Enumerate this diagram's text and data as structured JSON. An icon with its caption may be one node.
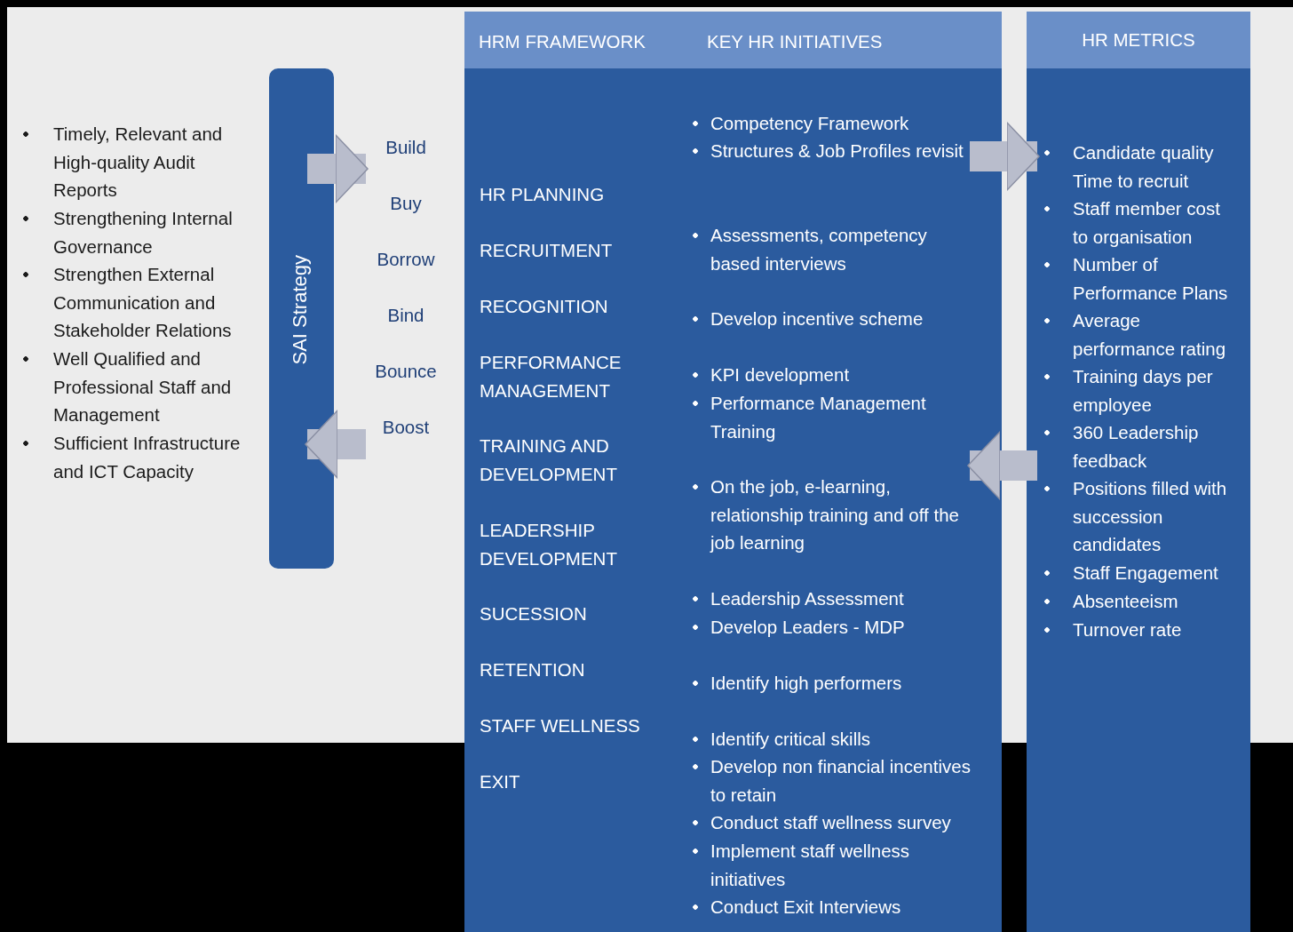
{
  "diagram": {
    "nodes": [
      {
        "text": [
          "SAI Strategy"
        ]
      },
      {
        "text": [
          "Build",
          "Buy",
          "Borrow",
          "Bind",
          "Bounce",
          "Boost"
        ]
      },
      {
        "text": [
          "HRM FRAMEWORK",
          "KEY HR INITIATIVES"
        ]
      },
      {
        "text": [
          "HR PLANNING",
          "RECRUITMENT",
          "RECOGNITION",
          "PERFORMANCE MANAGEMENT",
          "TRAINING AND DEVELOPMENT",
          "LEADERSHIP DEVELOPMENT",
          "SUCESSION",
          "RETENTION",
          "STAFF  WELLNESS",
          "EXIT"
        ],
        "in": 2
      },
      {
        "text": [
          "Competency Framework",
          "Structures & Job Profiles revisit",
          "Assessments, competency based interviews",
          "Develop incentive scheme",
          "KPI development",
          "Performance Management Training",
          "On the job, e-learning, relationship training and off the job learning",
          "Leadership Assessment",
          "Develop Leaders - MDP",
          "Identify high performers",
          "Identify critical skills",
          "Develop non financial incentives to retain",
          "Conduct staff wellness survey",
          "Implement staff wellness initiatives",
          "Conduct Exit Interviews"
        ],
        "in": 2
      },
      {
        "text": [
          "HR METRICS",
          "Candidate quality Time to recruit",
          "Staff member cost to organisation",
          "Number of Performance Plans",
          "Average performance rating",
          "Training days per employee",
          "360 Leadership feedback",
          "Positions filled with succession candidates",
          "Staff Engagement",
          "Absenteeism",
          "Turnover rate"
        ]
      }
    ],
    "edges": [
      {
        "from": 0,
        "to": 1,
        "arrow": "to"
      },
      {
        "from": 1,
        "to": 0,
        "arrow": "to"
      },
      {
        "from": 4,
        "to": 5,
        "arrow": "to"
      },
      {
        "from": 5,
        "to": 4,
        "arrow": "to"
      }
    ],
    "labels": [
      "Timely, Relevant and High-quality Audit Reports",
      "Strengthening Internal Governance",
      "Strengthen External Communication and Stakeholder Relations",
      "Well Qualified and Professional Staff and Management",
      "Sufficient Infrastructure and ICT Capacity"
    ]
  }
}
